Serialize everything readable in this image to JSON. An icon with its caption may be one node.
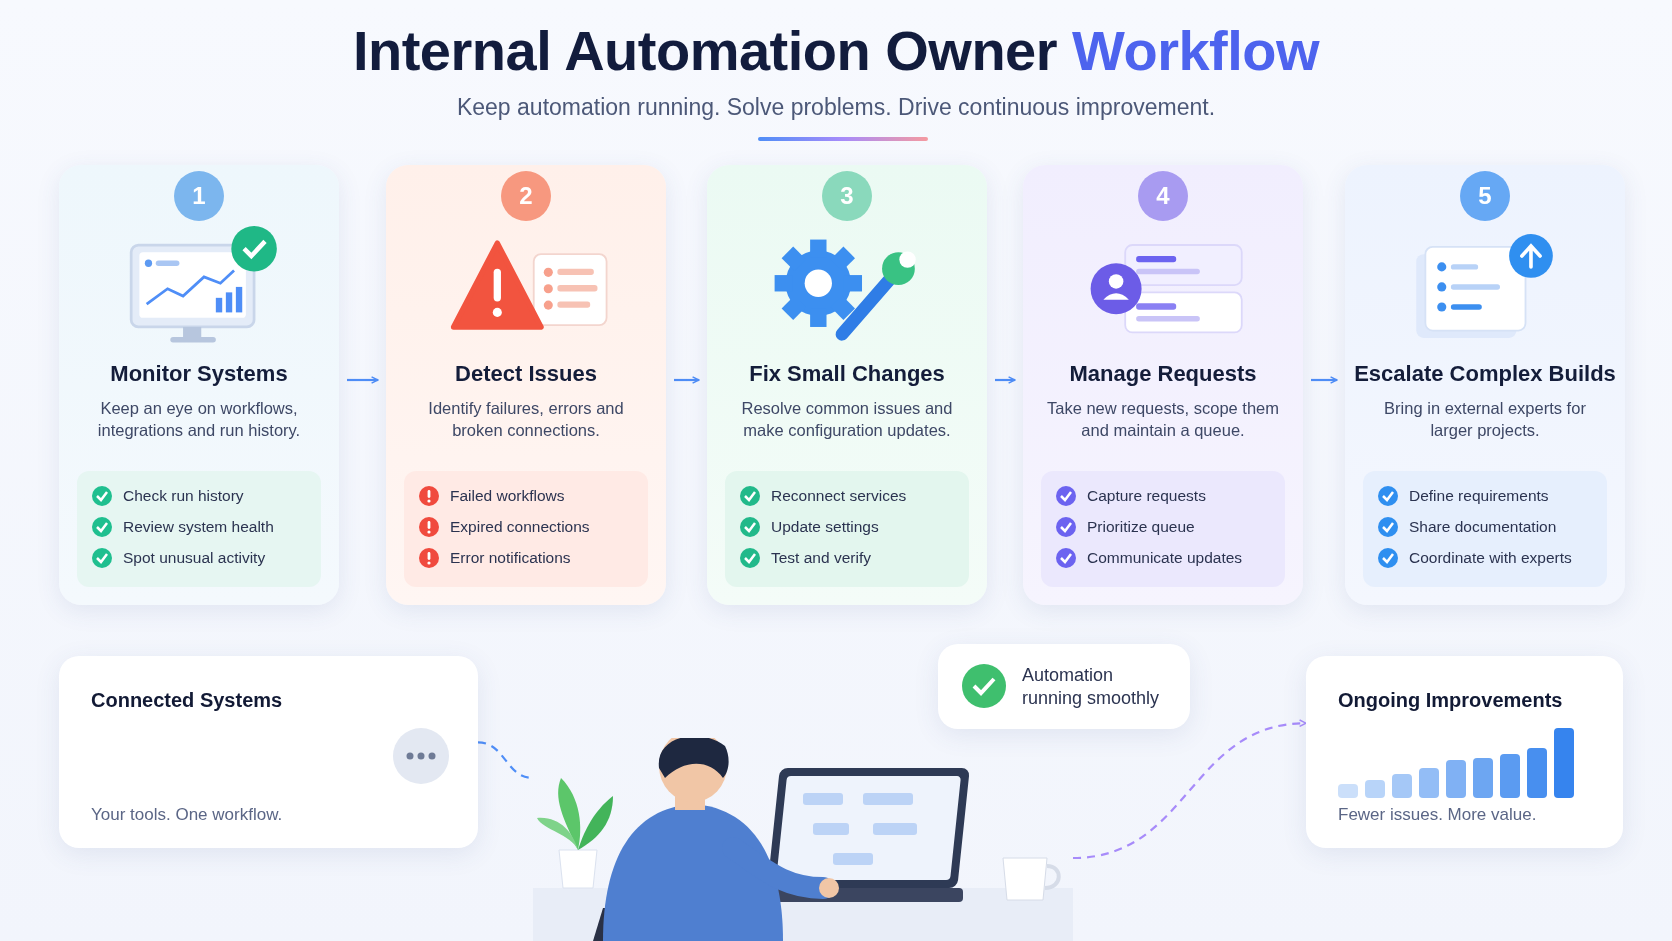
{
  "diagram": {
    "title": "Internal Automation Owner Workflow",
    "caption": "Keep automation running. Solve problems. Drive continuous improvement.",
    "nodes": [
      {
        "text": [
          "1",
          "Monitor Systems",
          "Keep an eye on workflows, integrations and run history.",
          "Check run history",
          "Review system health",
          "Spot unusual activity"
        ]
      },
      {
        "text": [
          "2",
          "Detect Issues",
          "Identify failures, errors and broken connections.",
          "Failed workflows",
          "Expired connections",
          "Error notifications"
        ]
      },
      {
        "text": [
          "3",
          "Fix Small Changes",
          "Resolve common issues and make configuration updates.",
          "Reconnect services",
          "Update settings",
          "Test and verify"
        ]
      },
      {
        "text": [
          "4",
          "Manage Requests",
          "Take new requests, scope them and maintain a queue.",
          "Capture requests",
          "Prioritize queue",
          "Communicate updates"
        ]
      },
      {
        "text": [
          "5",
          "Escalate Complex Builds",
          "Bring in external experts for larger projects.",
          "Define requirements",
          "Share documentation",
          "Coordinate with experts"
        ]
      },
      {
        "text": [
          "Connected Systems",
          "Your tools. One workflow."
        ]
      },
      {
        "text": [],
        "shape": "picture"
      },
      {
        "text": [
          "Automation running smoothly"
        ]
      },
      {
        "text": [
          "Ongoing Improvements",
          "Fewer issues. More value."
        ]
      }
    ],
    "edges": [
      {
        "from": 0,
        "to": 1,
        "arrow": "to"
      },
      {
        "from": 1,
        "to": 2,
        "arrow": "to"
      },
      {
        "from": 2,
        "to": 3,
        "arrow": "to"
      },
      {
        "from": 3,
        "to": 4,
        "arrow": "to"
      },
      {
        "from": 5,
        "to": 6,
        "arrow": "none",
        "style": "dashed"
      },
      {
        "from": 6,
        "to": 8,
        "arrow": "to",
        "style": "dashed",
        "color": "#a78bfa"
      }
    ]
  }
}
